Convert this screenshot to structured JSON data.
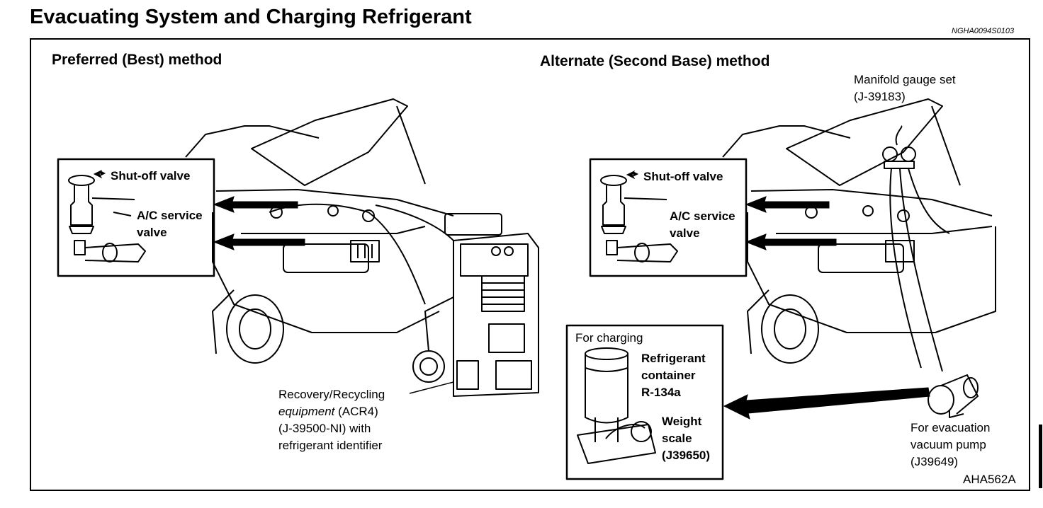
{
  "title": "Evacuating System and Charging Refrigerant",
  "doc_code": "NGHA0094S0103",
  "figure_code": "AHA562A",
  "left": {
    "heading": "Preferred (Best) method",
    "shutoff_label": "Shut-off valve",
    "service_label_1": "A/C service",
    "service_label_2": "valve",
    "equip_line1": "Recovery/Recycling",
    "equip_line2_italic": "equipment",
    "equip_line2_rest": " (ACR4)",
    "equip_line3": "(J-39500-NI) with",
    "equip_line4": "refrigerant identifier"
  },
  "right": {
    "heading": "Alternate (Second Base) method",
    "manifold_line1": "Manifold gauge set",
    "manifold_line2": "(J-39183)",
    "shutoff_label": "Shut-off valve",
    "service_label_1": "A/C service",
    "service_label_2": "valve",
    "charging_title": "For charging",
    "container_line1": "Refrigerant",
    "container_line2": "container",
    "container_line3": "R-134a",
    "scale_line1": "Weight",
    "scale_line2": "scale",
    "scale_line3": "(J39650)",
    "evac_line1": "For evacuation",
    "evac_line2": "vacuum pump",
    "evac_line3": "(J39649)"
  }
}
